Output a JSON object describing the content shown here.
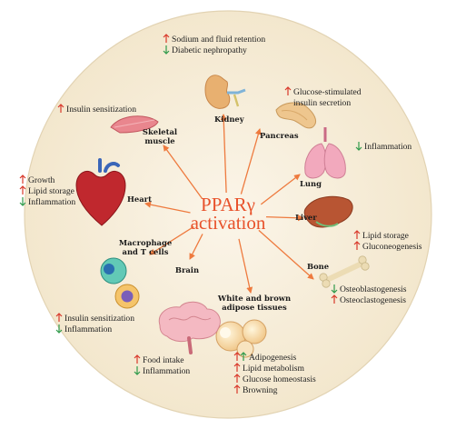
{
  "diagram": {
    "center": {
      "line1": "PPARγ",
      "line2": "activation"
    },
    "colors": {
      "ring": "#f6ecd6",
      "ring_edge": "#e2d3b3",
      "arrow": "#ee7a3e",
      "up": "#d9382a",
      "down": "#2f9a4a",
      "center_text": "#e8522b"
    },
    "nodes": [
      {
        "id": "kidney",
        "label": "Kidney",
        "icon": "kidney-icon",
        "effects": [
          {
            "dir": "up",
            "text": "Sodium and fluid retention"
          },
          {
            "dir": "down",
            "text": "Diabetic nephropathy"
          }
        ]
      },
      {
        "id": "pancreas",
        "label": "Pancreas",
        "icon": "pancreas-icon",
        "effects": [
          {
            "dir": "up",
            "text": "Glucose-stimulated"
          },
          {
            "dir": "none",
            "text": "insulin secretion"
          }
        ]
      },
      {
        "id": "lung",
        "label": "Lung",
        "icon": "lung-icon",
        "effects": [
          {
            "dir": "down",
            "text": "Inflammation"
          }
        ]
      },
      {
        "id": "liver",
        "label": "Liver",
        "icon": "liver-icon",
        "effects": [
          {
            "dir": "up",
            "text": "Lipid storage"
          },
          {
            "dir": "up",
            "text": "Gluconeogenesis"
          }
        ]
      },
      {
        "id": "bone",
        "label": "Bone",
        "icon": "bone-icon",
        "effects": [
          {
            "dir": "down",
            "text": "Osteoblastogenesis"
          },
          {
            "dir": "up",
            "text": "Osteoclastogenesis"
          }
        ]
      },
      {
        "id": "adipose",
        "label": "White and brown|adipose tissues",
        "icon": "adipose-cells-icon",
        "effects": [
          {
            "dir": "upup",
            "text": "Adipogenesis"
          },
          {
            "dir": "up",
            "text": "Lipid metabolism"
          },
          {
            "dir": "up",
            "text": "Glucose homeostasis"
          },
          {
            "dir": "up",
            "text": "Browning"
          }
        ]
      },
      {
        "id": "brain",
        "label": "Brain",
        "icon": "brain-icon",
        "effects": [
          {
            "dir": "up",
            "text": "Food intake"
          },
          {
            "dir": "down",
            "text": "Inflammation"
          }
        ]
      },
      {
        "id": "immune",
        "label": "Macrophage|and T cells",
        "icon": "immune-cells-icon",
        "effects": [
          {
            "dir": "up",
            "text": "Insulin sensitization"
          },
          {
            "dir": "down",
            "text": "Inflammation"
          }
        ]
      },
      {
        "id": "heart",
        "label": "Heart",
        "icon": "heart-icon",
        "effects": [
          {
            "dir": "up",
            "text": "Growth"
          },
          {
            "dir": "up",
            "text": "Lipid storage"
          },
          {
            "dir": "down",
            "text": "Inflammation"
          }
        ]
      },
      {
        "id": "muscle",
        "label": "Skeletal|muscle",
        "icon": "muscle-icon",
        "effects": [
          {
            "dir": "up",
            "text": "Insulin sensitization"
          }
        ]
      }
    ]
  }
}
